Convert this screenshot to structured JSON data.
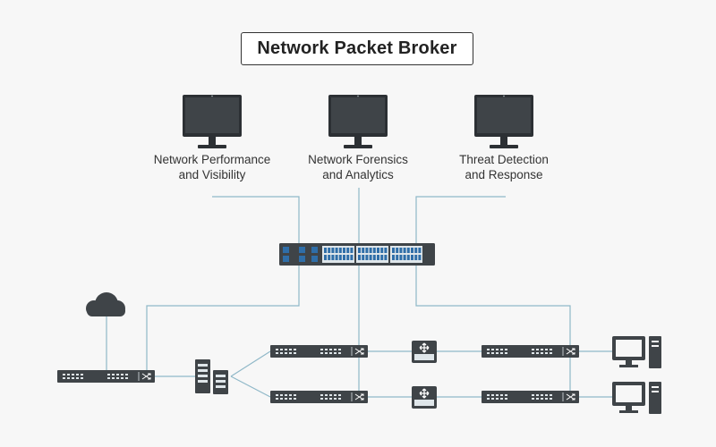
{
  "title": "Network Packet Broker",
  "monitors": [
    {
      "line1": "Network Performance",
      "line2": "and Visibility",
      "icon": "monitor-icon"
    },
    {
      "line1": "Network Forensics",
      "line2": "and Analytics",
      "icon": "monitor-icon"
    },
    {
      "line1": "Threat Detection",
      "line2": "and Response",
      "icon": "monitor-icon"
    }
  ],
  "icons": {
    "cloud": "cloud-icon",
    "server": "server-icon",
    "router": "router-icon",
    "desktop": "desktop-computer-icon",
    "switch": "network-switch-icon",
    "packet_broker": "packet-broker-icon"
  },
  "colors": {
    "line": "#8fb8c8",
    "device": "#3f4448",
    "port": "#dfe6ea",
    "broker_port": "#2f6ea8",
    "text": "#333333"
  }
}
